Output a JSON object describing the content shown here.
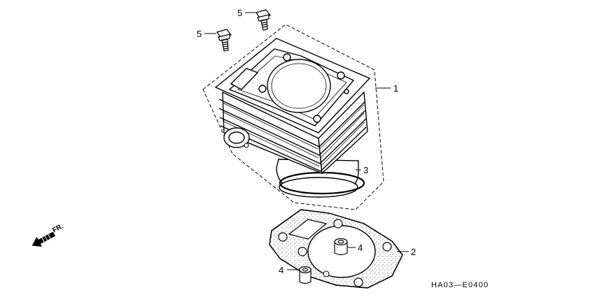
{
  "callouts": {
    "cylinder": "1",
    "base_gasket": "2",
    "o_ring": "3",
    "dowel_pin_a": "4",
    "dowel_pin_b": "4",
    "flange_bolt_a": "5",
    "flange_bolt_b": "5"
  },
  "direction_label": "FR.",
  "diagram_code": "HA03—E0400",
  "icons": {
    "front_arrow": "arrow-left-down-icon"
  }
}
